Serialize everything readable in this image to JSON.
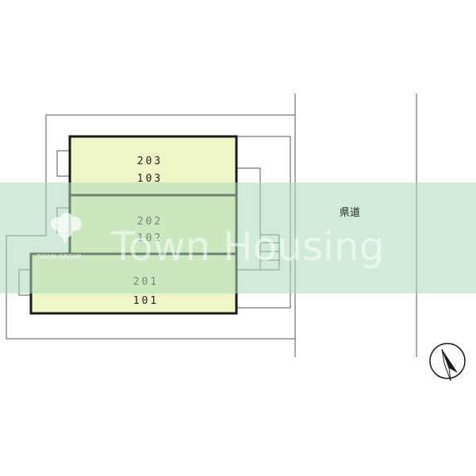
{
  "buildings": [
    {
      "upper_unit": "203",
      "lower_unit": "103"
    },
    {
      "upper_unit": "202",
      "lower_unit": "102"
    },
    {
      "upper_unit": "201",
      "lower_unit": "101"
    }
  ],
  "road_label": "県道",
  "watermark": {
    "brand": "Town Housing",
    "group": "TOWN GROUP"
  },
  "colors": {
    "unit_fill": "#f0f5c8",
    "watermark_band": "#a9dcb9",
    "outline": "#1a1a1a",
    "site_line": "#555555"
  },
  "icons": {
    "compass": "north-arrow-icon"
  }
}
